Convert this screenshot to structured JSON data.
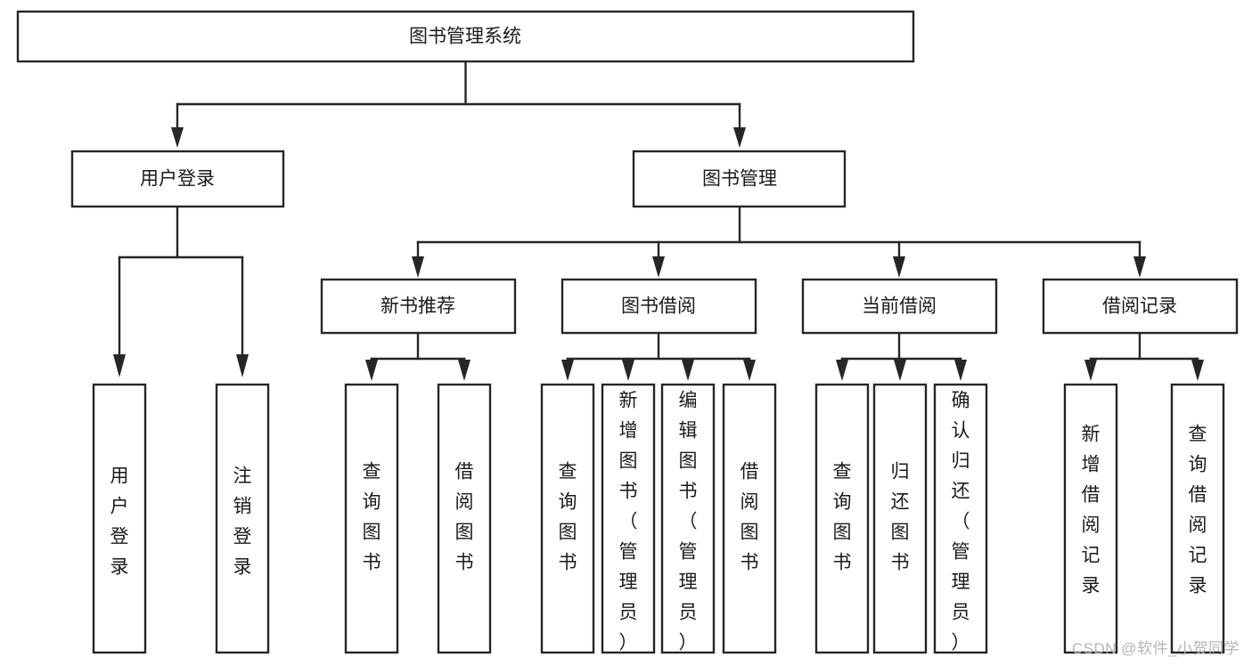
{
  "diagram": {
    "type": "tree",
    "title": "图书管理系统",
    "root": {
      "label": "图书管理系统",
      "orientation": "horizontal"
    },
    "level2": [
      {
        "label": "用户登录",
        "orientation": "horizontal"
      },
      {
        "label": "图书管理",
        "orientation": "horizontal"
      }
    ],
    "level3": [
      {
        "label": "新书推荐",
        "orientation": "horizontal"
      },
      {
        "label": "图书借阅",
        "orientation": "horizontal"
      },
      {
        "label": "当前借阅",
        "orientation": "horizontal"
      },
      {
        "label": "借阅记录",
        "orientation": "horizontal"
      }
    ],
    "leaves": {
      "user_login": [
        {
          "label": "用户登录",
          "orientation": "vertical"
        },
        {
          "label": "注销登录",
          "orientation": "vertical"
        }
      ],
      "new_book_recommend": [
        {
          "label": "查询图书",
          "orientation": "vertical"
        },
        {
          "label": "借阅图书",
          "orientation": "vertical"
        }
      ],
      "book_borrow": [
        {
          "label": "查询图书",
          "orientation": "vertical"
        },
        {
          "label": "新增图书（管理员）",
          "orientation": "vertical"
        },
        {
          "label": "编辑图书（管理员）",
          "orientation": "vertical"
        },
        {
          "label": "借阅图书",
          "orientation": "vertical"
        }
      ],
      "current_borrow": [
        {
          "label": "查询图书",
          "orientation": "vertical"
        },
        {
          "label": "归还图书",
          "orientation": "vertical"
        },
        {
          "label": "确认归还（管理员）",
          "orientation": "vertical"
        }
      ],
      "borrow_record": [
        {
          "label": "新增借阅记录",
          "orientation": "vertical"
        },
        {
          "label": "查询借阅记录",
          "orientation": "vertical"
        }
      ]
    },
    "colors": {
      "box_stroke": "#262626",
      "box_fill": "#ffffff",
      "text": "#1a1a1a",
      "background": "#ffffff",
      "watermark": "#b4b4b4"
    }
  },
  "watermark": {
    "text": "CSDN @软件_小贺同学"
  }
}
